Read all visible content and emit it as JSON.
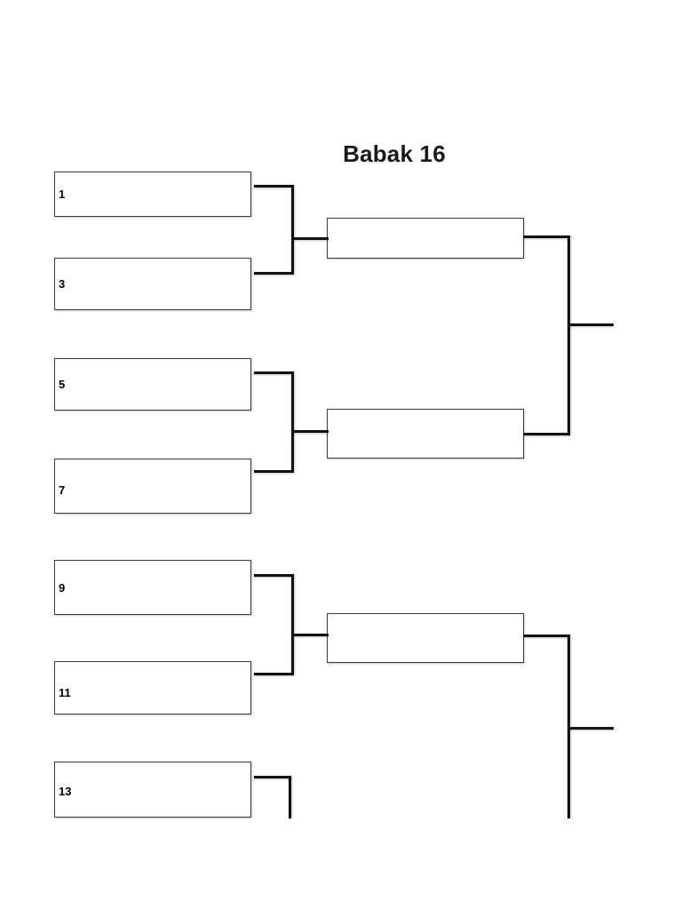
{
  "document": {
    "title": "Babak 16",
    "background_color": "#ffffff",
    "line_color": "#111111",
    "box_border_color": "#3b3b3b",
    "text_color": "#000000"
  },
  "bracket": {
    "name": "Babak 16",
    "round1": {
      "label": "Babak 16",
      "slots": [
        {
          "seed": "1",
          "text": ""
        },
        {
          "seed": "3",
          "text": ""
        },
        {
          "seed": "5",
          "text": ""
        },
        {
          "seed": "7",
          "text": ""
        },
        {
          "seed": "9",
          "text": ""
        },
        {
          "seed": "11",
          "text": ""
        },
        {
          "seed": "13",
          "text": ""
        }
      ]
    },
    "round2": {
      "slots": [
        {
          "seed": "",
          "text": ""
        },
        {
          "seed": "",
          "text": ""
        },
        {
          "seed": "",
          "text": ""
        }
      ]
    },
    "round3": {
      "slots": []
    }
  }
}
